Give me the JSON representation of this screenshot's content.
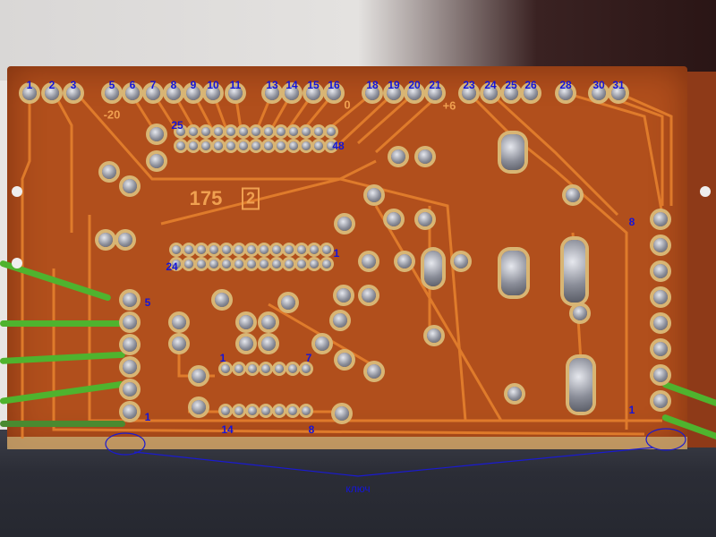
{
  "top_pin_labels": [
    "1",
    "2",
    "3",
    "5",
    "6",
    "7",
    "8",
    "9",
    "10",
    "11",
    "13",
    "14",
    "15",
    "16",
    "18",
    "19",
    "20",
    "21",
    "23",
    "24",
    "25",
    "26",
    "28",
    "30",
    "31"
  ],
  "connector_labels": {
    "pin_25": "25",
    "pin_48": "48",
    "pin_24": "24",
    "pin_1": "1"
  },
  "left_connector": {
    "top": "5",
    "bottom": "1"
  },
  "right_connector": {
    "top": "8",
    "bottom": "1"
  },
  "ic": {
    "pin_1": "1",
    "pin_7": "7",
    "pin_14": "14",
    "pin_8": "8"
  },
  "silkscreen": {
    "minus20": "-20",
    "zero": "0",
    "plus6": "+6",
    "board_number": "175",
    "revision": "2"
  },
  "key_annotation": "ключ",
  "colors": {
    "board": "#b14f1c",
    "annotation": "#1515d8",
    "wire": "#4fb32e"
  }
}
